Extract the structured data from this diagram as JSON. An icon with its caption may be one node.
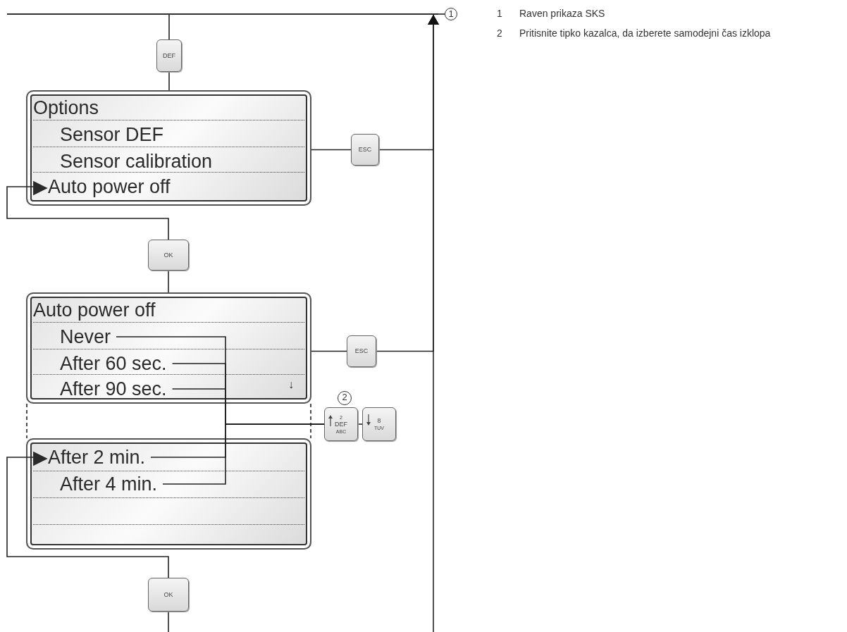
{
  "diagram": {
    "nodes": [
      {
        "text": [
          "1"
        ]
      },
      {
        "text": [],
        "shape": "bar"
      },
      {
        "text": [
          "DEF"
        ]
      },
      {
        "text": [
          "Options"
        ]
      },
      {
        "text": [
          "Sensor DEF"
        ],
        "in": 3
      },
      {
        "text": [
          "Sensor calibration"
        ],
        "in": 3
      },
      {
        "text": [
          "▶Auto power off"
        ],
        "in": 3
      },
      {
        "text": [
          "ESC"
        ]
      },
      {
        "text": [
          "OK"
        ]
      },
      {
        "text": [
          "Auto power off"
        ]
      },
      {
        "text": [
          "Never"
        ],
        "in": 9
      },
      {
        "text": [
          "After 60 sec."
        ],
        "in": 9
      },
      {
        "text": [
          "After 90 sec."
        ],
        "in": 9
      },
      {
        "text": [],
        "shape": "box"
      },
      {
        "text": [
          "▶After 2 min."
        ],
        "in": 13
      },
      {
        "text": [
          "After 4 min."
        ],
        "in": 13
      },
      {
        "text": [
          "ESC"
        ]
      },
      {
        "text": [
          "2",
          "DEF",
          "ABC"
        ]
      },
      {
        "text": [
          "8",
          "TUV"
        ]
      },
      {
        "text": [
          "OK"
        ]
      },
      {
        "text": [
          "2"
        ]
      }
    ],
    "edges": [
      {
        "from": 1,
        "to": 0,
        "arrow": "none"
      },
      {
        "from": 1,
        "to": 2,
        "arrow": "none"
      },
      {
        "from": 2,
        "to": 3,
        "arrow": "none"
      },
      {
        "from": 3,
        "to": 7,
        "arrow": "none"
      },
      {
        "from": 7,
        "to": 1,
        "arrow": "to"
      },
      {
        "from": 6,
        "to": 8,
        "arrow": "none"
      },
      {
        "from": 8,
        "to": 9,
        "arrow": "none"
      },
      {
        "from": 9,
        "to": 16,
        "arrow": "none"
      },
      {
        "from": 16,
        "to": 1,
        "arrow": "to"
      },
      {
        "from": 9,
        "to": 13,
        "arrow": "none",
        "style": "dashed"
      },
      {
        "from": 10,
        "to": 17,
        "arrow": "none"
      },
      {
        "from": 11,
        "to": 17,
        "arrow": "none"
      },
      {
        "from": 12,
        "to": 17,
        "arrow": "none"
      },
      {
        "from": 14,
        "to": 17,
        "arrow": "none"
      },
      {
        "from": 15,
        "to": 17,
        "arrow": "none"
      },
      {
        "from": 17,
        "to": 18,
        "arrow": "none"
      },
      {
        "from": 14,
        "to": 19,
        "arrow": "none"
      },
      {
        "from": 19,
        "to": null,
        "arrow": "none"
      },
      {
        "from": null,
        "to": 1,
        "arrow": "to"
      }
    ],
    "labels": [
      "↓",
      "1",
      "Raven prikaza SKS",
      "2",
      "Pritisnite tipko kazalca, da izberete samodejni čas izklopa"
    ]
  }
}
